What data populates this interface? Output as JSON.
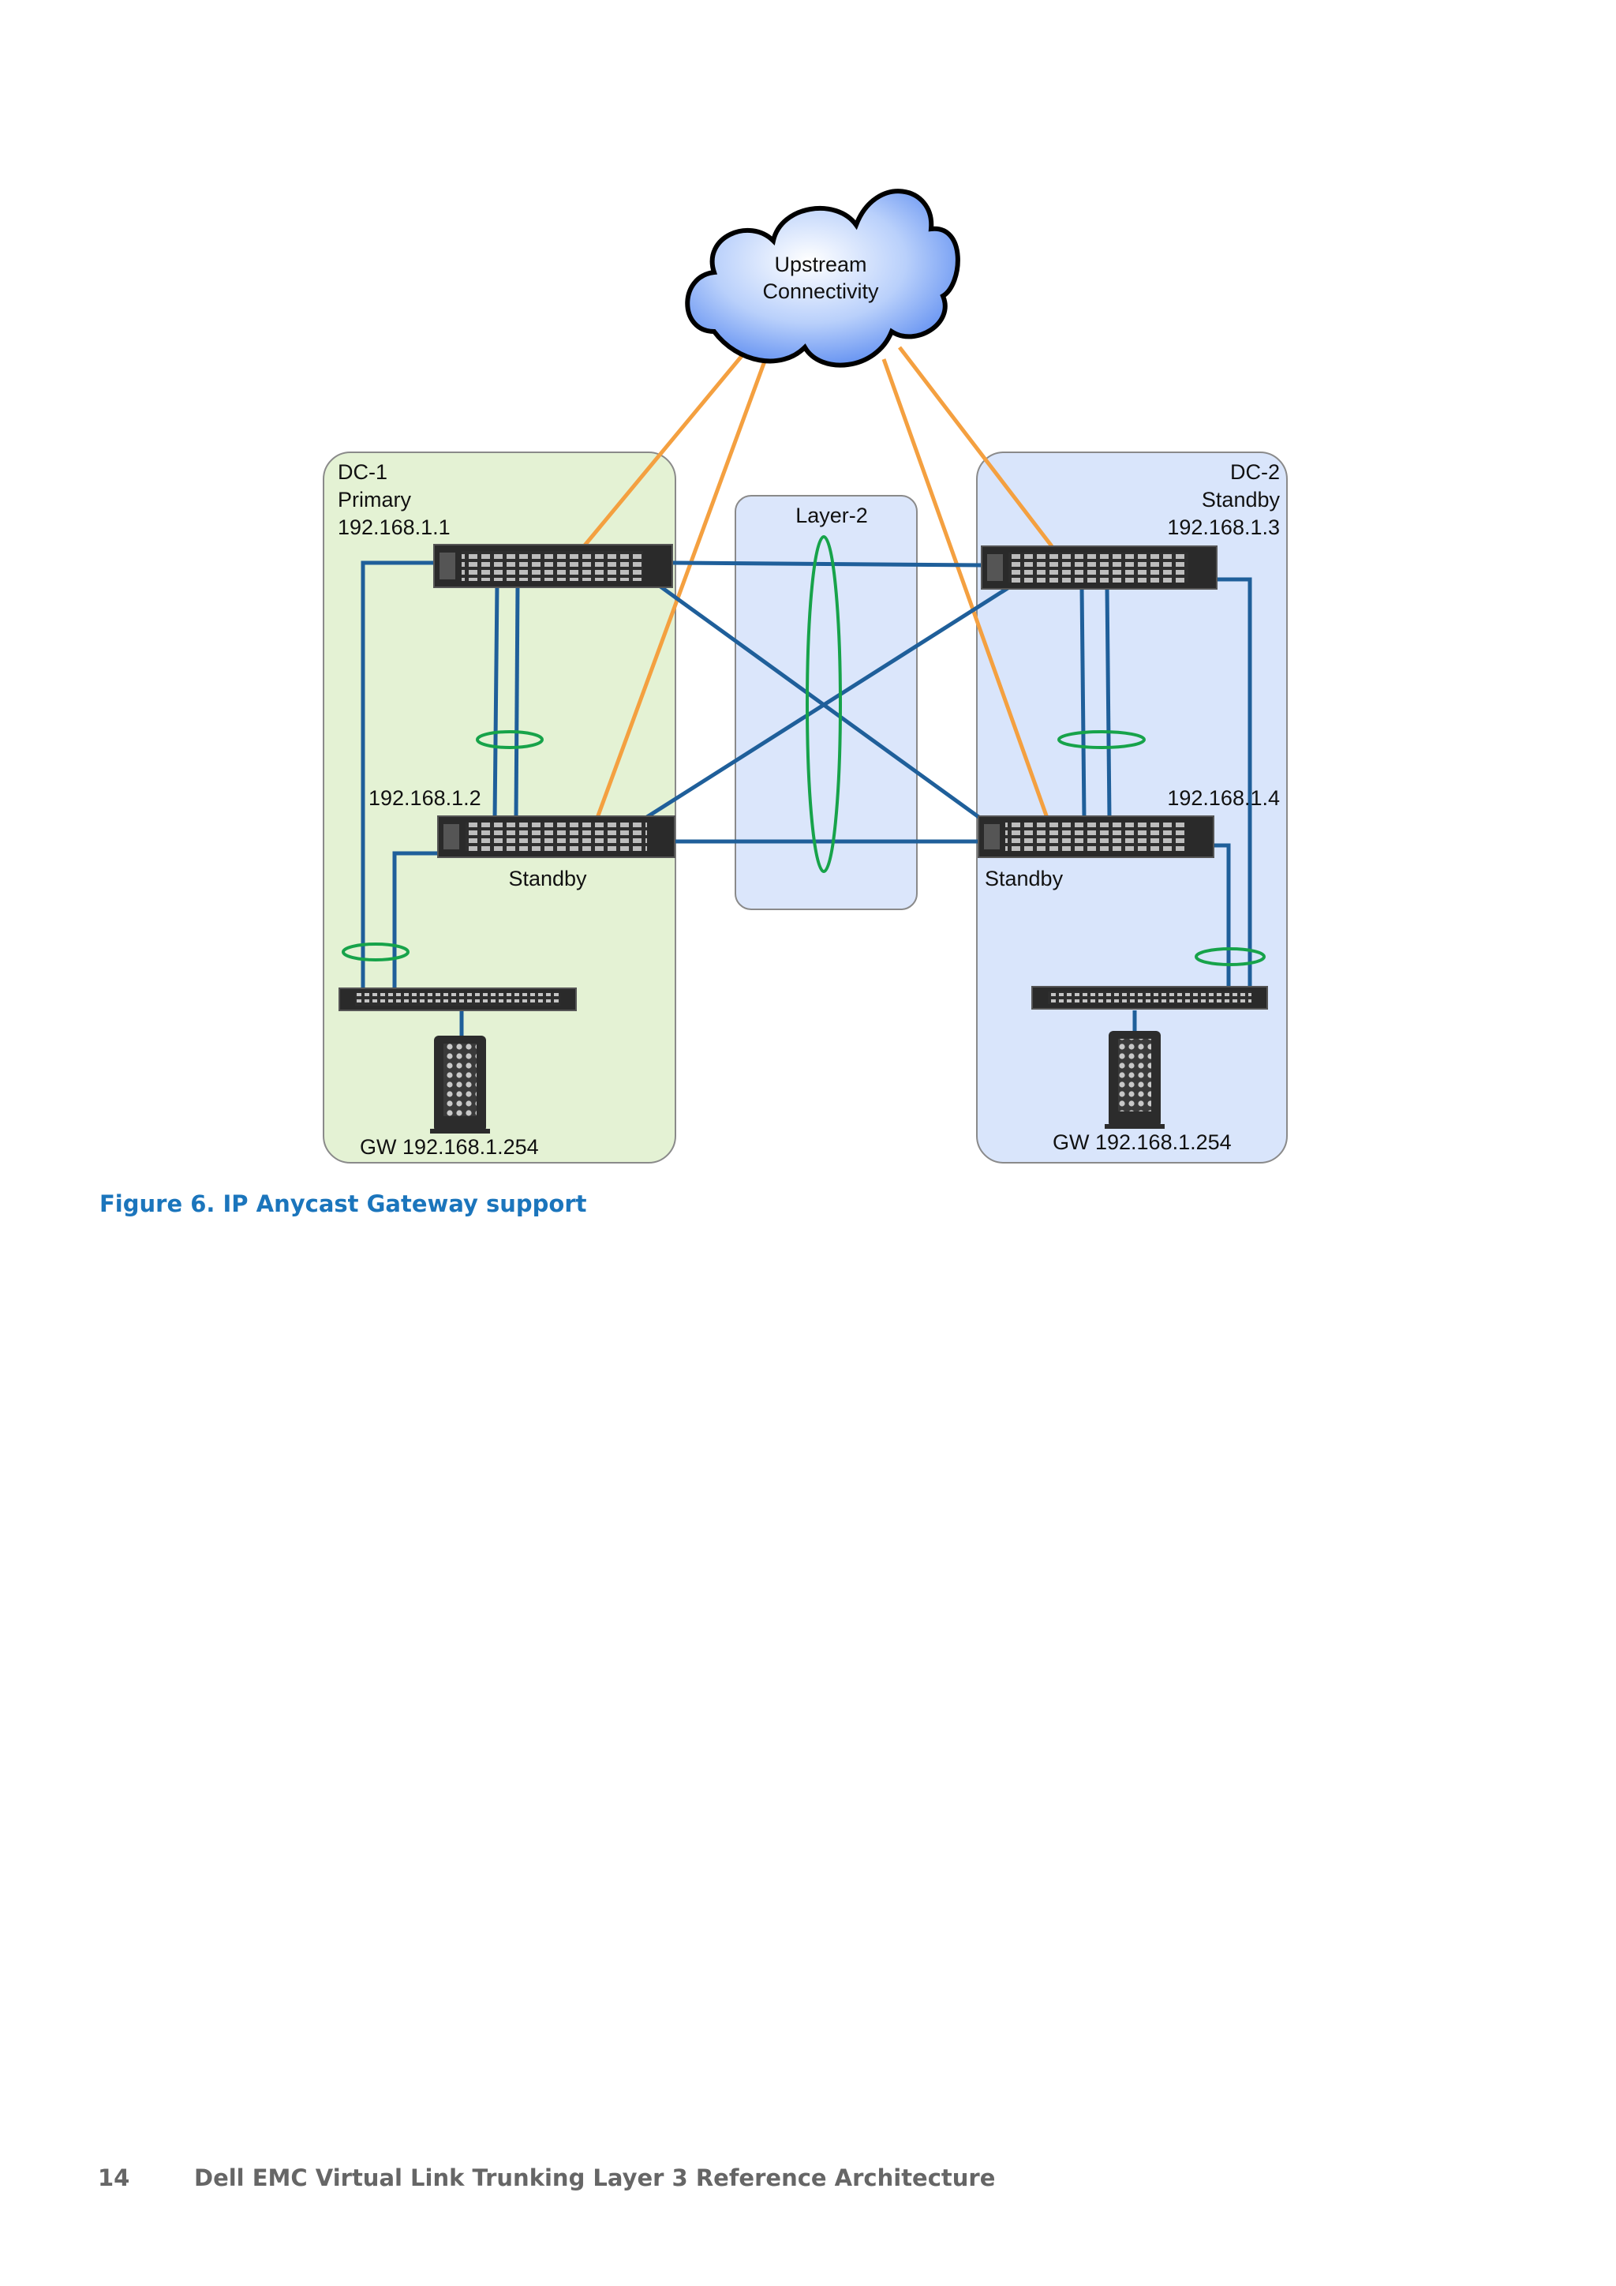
{
  "diagram": {
    "cloud_line1": "Upstream",
    "cloud_line2": "Connectivity",
    "dc1": {
      "name": "DC-1",
      "role": "Primary",
      "ip": "192.168.1.1"
    },
    "dc1_standby": {
      "ip": "192.168.1.2",
      "role": "Standby"
    },
    "dc2": {
      "name": "DC-2",
      "role": "Standby",
      "ip": "192.168.1.3"
    },
    "dc2_standby": {
      "ip": "192.168.1.4",
      "role": "Standby"
    },
    "layer2": "Layer-2",
    "gw_left": "GW 192.168.1.254",
    "gw_right": "GW 192.168.1.254",
    "colors": {
      "dc1_zone": "#e4f2d4",
      "dc2_zone": "#d9e5fb",
      "layer2_zone": "#dbe6fb",
      "uplink": "#f4a040",
      "link": "#1f5f9a",
      "lag_ring": "#17a34a"
    }
  },
  "caption": "Figure 6. IP Anycast Gateway support",
  "footer": {
    "page_number": "14",
    "title": "Dell EMC Virtual Link Trunking Layer 3 Reference Architecture"
  }
}
